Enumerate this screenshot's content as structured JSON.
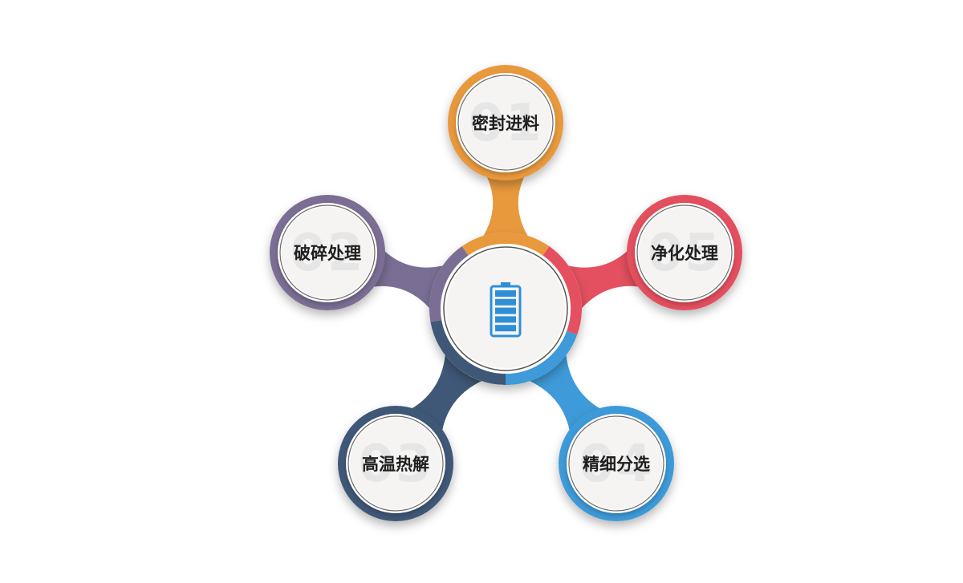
{
  "diagram": {
    "center": {
      "icon": "battery-icon",
      "icon_color": "#2f8fd6"
    },
    "nodes": [
      {
        "number": "01",
        "label": "密封进料",
        "color": "#e8993c",
        "position": "top"
      },
      {
        "number": "02",
        "label": "破碎处理",
        "color": "#7a6e94",
        "position": "upper-left"
      },
      {
        "number": "03",
        "label": "高温热解",
        "color": "#3f5877",
        "position": "lower-left"
      },
      {
        "number": "04",
        "label": "精细分选",
        "color": "#3e9ad8",
        "position": "lower-right"
      },
      {
        "number": "05",
        "label": "净化处理",
        "color": "#e4505f",
        "position": "upper-right"
      }
    ],
    "colors": {
      "inner_disc": "#f5f4f3",
      "ring_white": "#ffffff",
      "label_text": "#1e1e1e",
      "number_watermark": "#e6e6e6"
    }
  }
}
